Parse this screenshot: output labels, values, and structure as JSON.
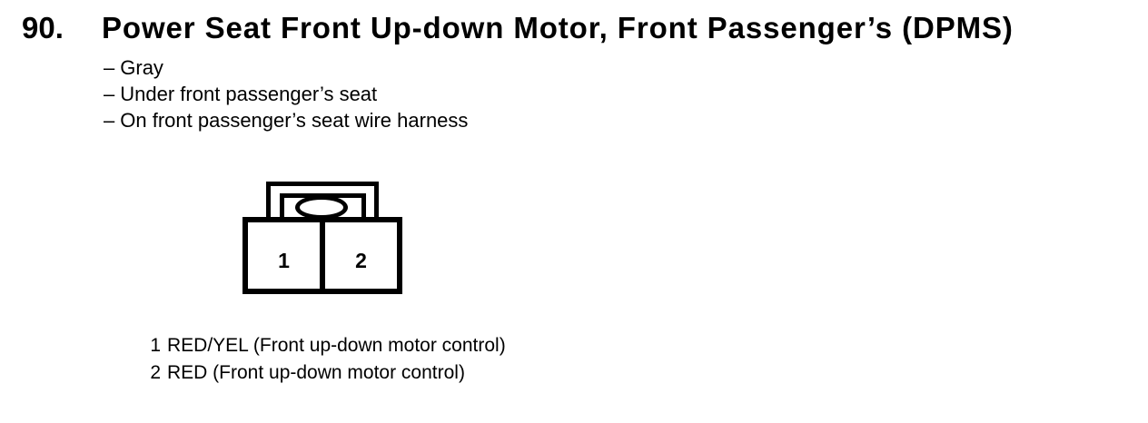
{
  "page": {
    "background": "#ffffff",
    "text_color": "#000000",
    "line_color": "#000000"
  },
  "section": {
    "number": "90.",
    "title": "Power Seat Front Up-down Motor, Front Passenger’s (DPMS)"
  },
  "details": {
    "bullet": "–",
    "items": [
      "Gray",
      "Under front passenger’s seat",
      "On front passenger’s seat wire harness"
    ]
  },
  "connector": {
    "cavities": [
      "1",
      "2"
    ]
  },
  "pins": [
    {
      "pin": "1",
      "label": "RED/YEL (Front up-down motor control)"
    },
    {
      "pin": "2",
      "label": "RED (Front up-down motor control)"
    }
  ]
}
